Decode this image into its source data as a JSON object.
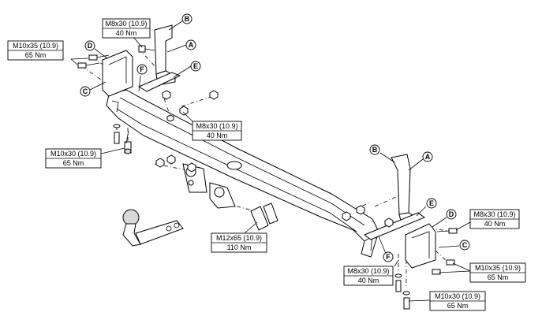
{
  "labels": {
    "m8_top": {
      "spec": "M8x30 (10.9)",
      "torque": "40 Nm"
    },
    "m10x35_left": {
      "spec": "M10x35 (10.9)",
      "torque": "65 Nm"
    },
    "m8_mid": {
      "spec": "M8x30 (10.9)",
      "torque": "40 Nm"
    },
    "m10x30_left": {
      "spec": "M10x30 (10.9)",
      "torque": "65 Nm"
    },
    "m12x65": {
      "spec": "M12x65 (10.9)",
      "torque": "110 Nm"
    },
    "m8_right": {
      "spec": "M8x30 (10.9)",
      "torque": "40 Nm"
    },
    "m10x35_right": {
      "spec": "M10x35 (10.9)",
      "torque": "65 Nm"
    },
    "m8_bottom": {
      "spec": "M8x30 (10.9)",
      "torque": "40 Nm"
    },
    "m10x30_bottom": {
      "spec": "M10x30 (10.9)",
      "torque": "65 Nm"
    }
  },
  "callouts": {
    "left": {
      "a": "A",
      "b": "B",
      "c": "C",
      "d": "D",
      "e": "E",
      "f": "F"
    },
    "right": {
      "a": "A",
      "b": "B",
      "c": "C",
      "d": "D",
      "e": "E",
      "f": "F"
    }
  }
}
